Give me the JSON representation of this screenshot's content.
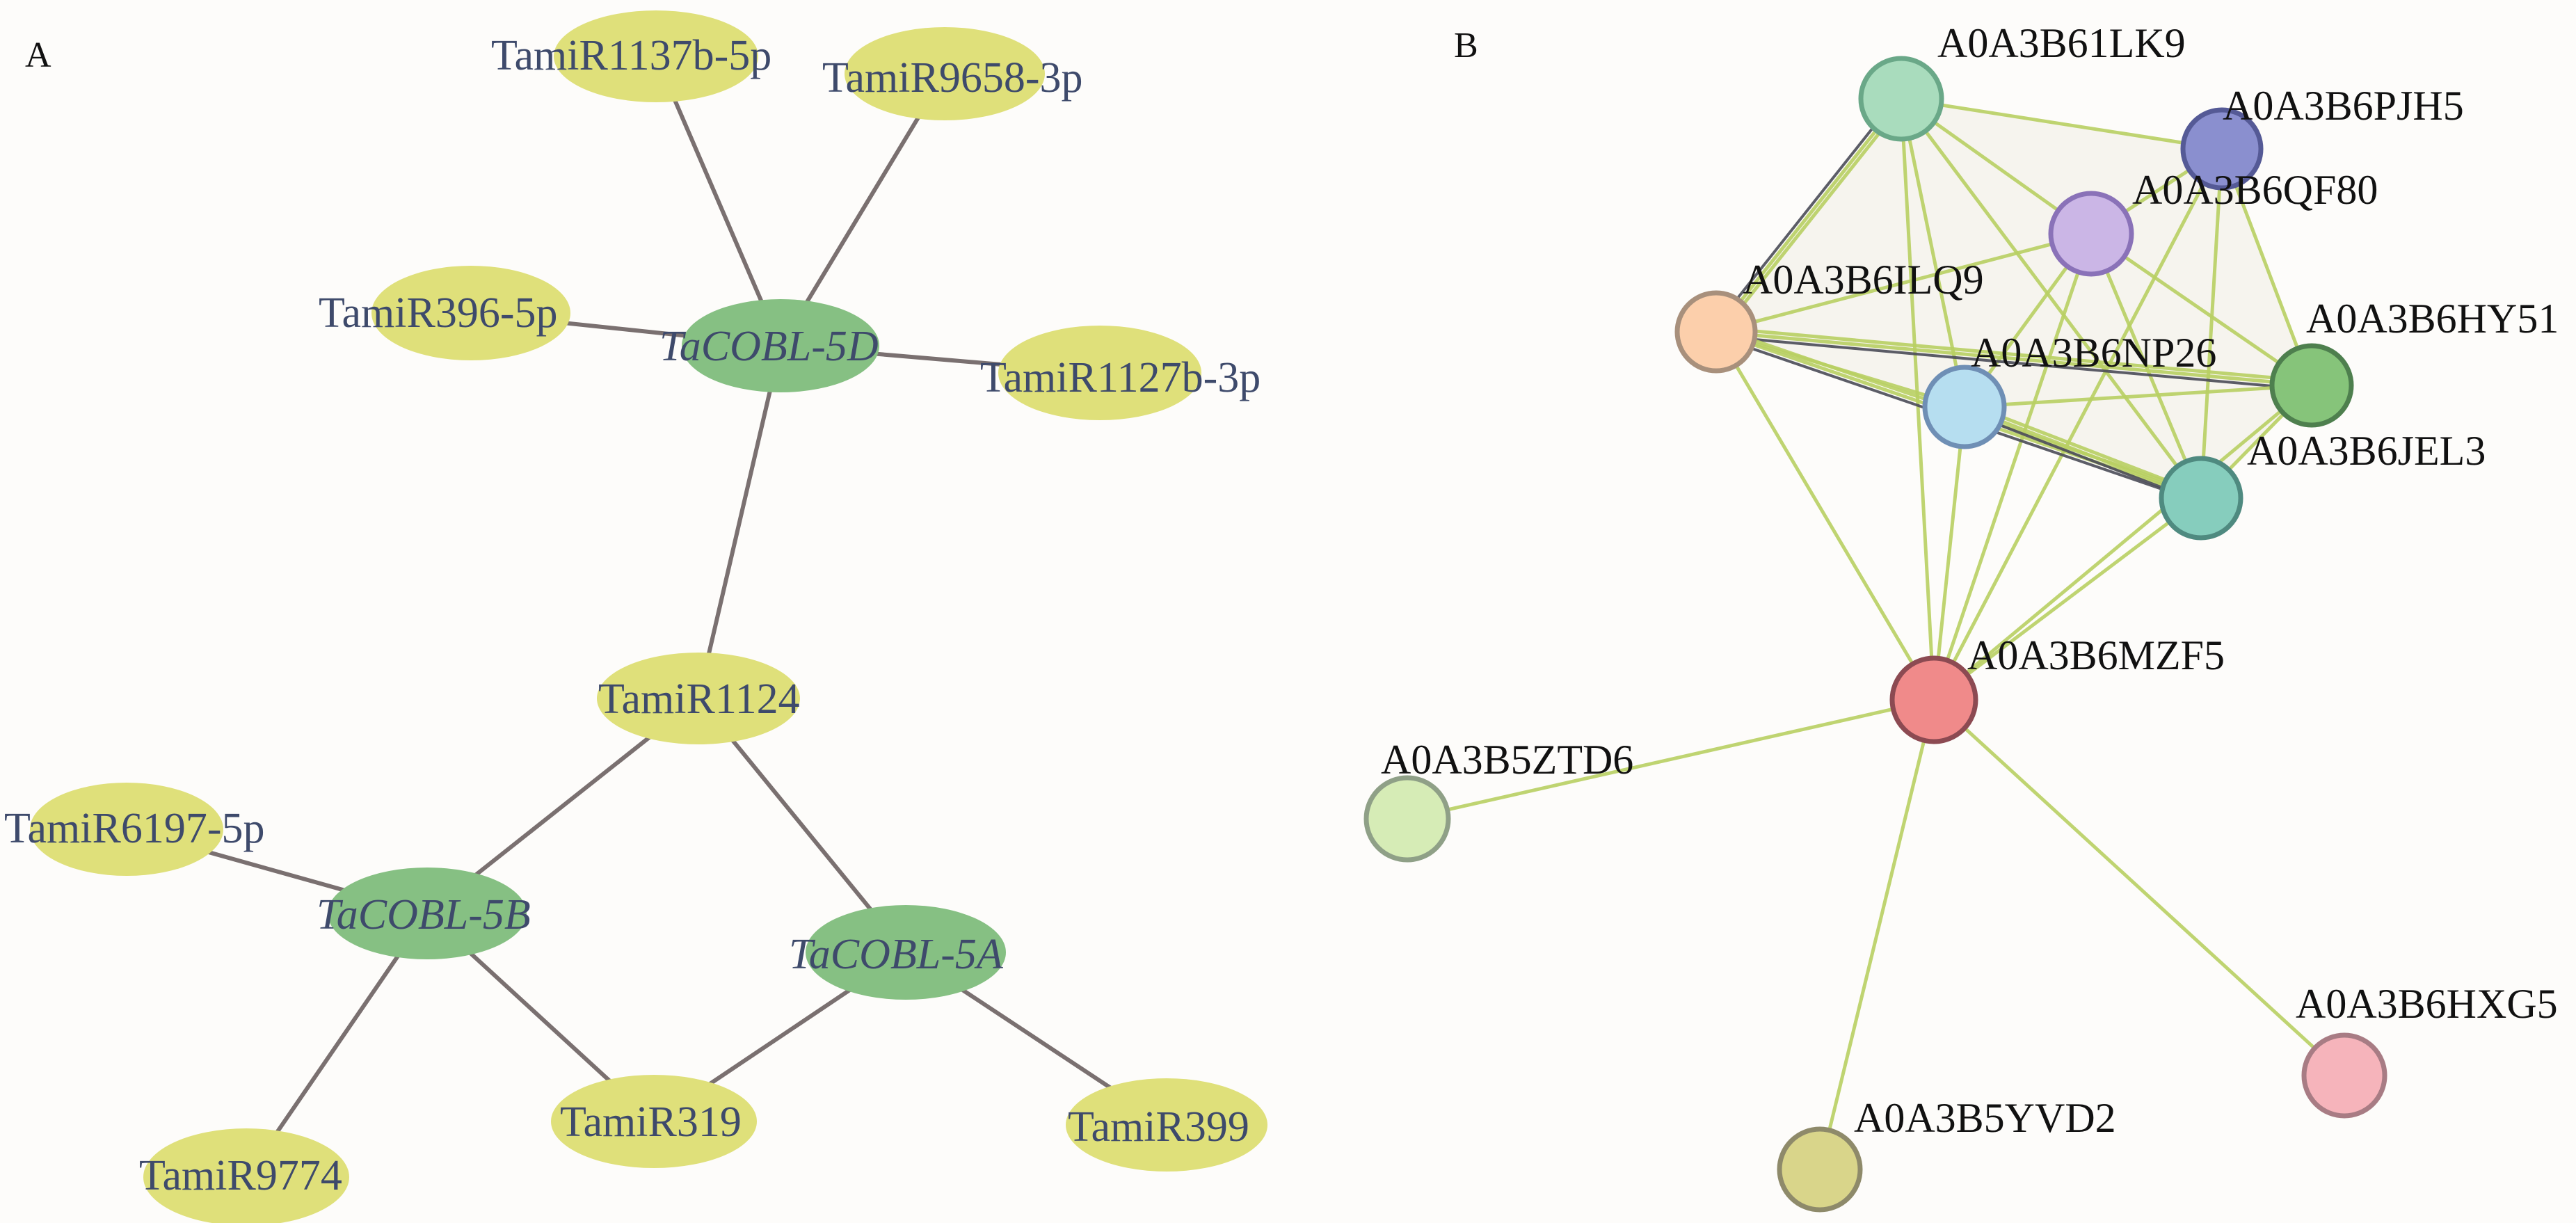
{
  "panels": {
    "a": {
      "letter": "A",
      "nodes": {
        "mir1137b": "TamiR1137b-5p",
        "mir9658": "TamiR9658-3p",
        "mir396": "TamiR396-5p",
        "cobl5d": "TaCOBL-5D",
        "mir1127b": "TamiR1127b-3p",
        "mir1124": "TamiR1124",
        "mir6197": "TamiR6197-5p",
        "cobl5b": "TaCOBL-5B",
        "cobl5a": "TaCOBL-5A",
        "mir319": "TamiR319",
        "mir399": "TamiR399",
        "mir9774": "TamiR9774"
      },
      "edges": [
        [
          "cobl5d",
          "mir1137b"
        ],
        [
          "cobl5d",
          "mir9658"
        ],
        [
          "cobl5d",
          "mir396"
        ],
        [
          "cobl5d",
          "mir1127b"
        ],
        [
          "cobl5d",
          "mir1124"
        ],
        [
          "mir1124",
          "cobl5b"
        ],
        [
          "mir1124",
          "cobl5a"
        ],
        [
          "cobl5b",
          "mir6197"
        ],
        [
          "cobl5b",
          "mir9774"
        ],
        [
          "cobl5b",
          "mir319"
        ],
        [
          "cobl5a",
          "mir319"
        ],
        [
          "cobl5a",
          "mir399"
        ]
      ],
      "colors": {
        "mirna": "#dfe07a",
        "gene": "#86c083",
        "edge": "#7a7070",
        "label": "#3e4a6b"
      }
    },
    "b": {
      "letter": "B",
      "nodes": {
        "lk9": {
          "label": "A0A3B61LK9",
          "fill": "#a9dcbd",
          "stroke": "#6aa888"
        },
        "pjh5": {
          "label": "A0A3B6PJH5",
          "fill": "#8a8fcf",
          "stroke": "#555a96"
        },
        "qf80": {
          "label": "A0A3B6QF80",
          "fill": "#cbb6e6",
          "stroke": "#8a72b8"
        },
        "ilq9": {
          "label": "A0A3B6ILQ9",
          "fill": "#fccfab",
          "stroke": "#a8907c"
        },
        "hy51": {
          "label": "A0A3B6HY51",
          "fill": "#86c47a",
          "stroke": "#4e7f4e"
        },
        "np26": {
          "label": "A0A3B6NP26",
          "fill": "#b6def0",
          "stroke": "#6f8fb5"
        },
        "jel3": {
          "label": "A0A3B6JEL3",
          "fill": "#86cdbd",
          "stroke": "#4f8a80"
        },
        "mzf5": {
          "label": "A0A3B6MZF5",
          "fill": "#f08a8a",
          "stroke": "#8c4a52"
        },
        "ztd6": {
          "label": "A0A3B5ZTD6",
          "fill": "#d6ecb6",
          "stroke": "#8fa087"
        },
        "hxg5": {
          "label": "A0A3B6HXG5",
          "fill": "#f6b4bb",
          "stroke": "#a87c84"
        },
        "yvd2": {
          "label": "A0A3B5YVD2",
          "fill": "#d9d58a",
          "stroke": "#8e8a6a"
        }
      },
      "edges": [
        [
          "lk9",
          "pjh5"
        ],
        [
          "lk9",
          "qf80"
        ],
        [
          "lk9",
          "ilq9",
          "dark"
        ],
        [
          "lk9",
          "np26"
        ],
        [
          "lk9",
          "mzf5"
        ],
        [
          "lk9",
          "jel3"
        ],
        [
          "pjh5",
          "qf80"
        ],
        [
          "pjh5",
          "hy51"
        ],
        [
          "pjh5",
          "jel3"
        ],
        [
          "pjh5",
          "mzf5"
        ],
        [
          "qf80",
          "ilq9"
        ],
        [
          "qf80",
          "np26"
        ],
        [
          "qf80",
          "hy51"
        ],
        [
          "qf80",
          "jel3"
        ],
        [
          "qf80",
          "mzf5"
        ],
        [
          "ilq9",
          "hy51",
          "dark"
        ],
        [
          "ilq9",
          "np26"
        ],
        [
          "ilq9",
          "jel3",
          "dark"
        ],
        [
          "ilq9",
          "mzf5"
        ],
        [
          "np26",
          "hy51"
        ],
        [
          "np26",
          "jel3",
          "dark"
        ],
        [
          "np26",
          "mzf5"
        ],
        [
          "hy51",
          "jel3"
        ],
        [
          "hy51",
          "mzf5"
        ],
        [
          "jel3",
          "mzf5"
        ],
        [
          "mzf5",
          "ztd6"
        ],
        [
          "mzf5",
          "yvd2"
        ],
        [
          "mzf5",
          "hxg5"
        ]
      ],
      "colors": {
        "edge": "#b9d063",
        "dark_edge": "#4b4c58",
        "label": "#111111"
      }
    }
  }
}
